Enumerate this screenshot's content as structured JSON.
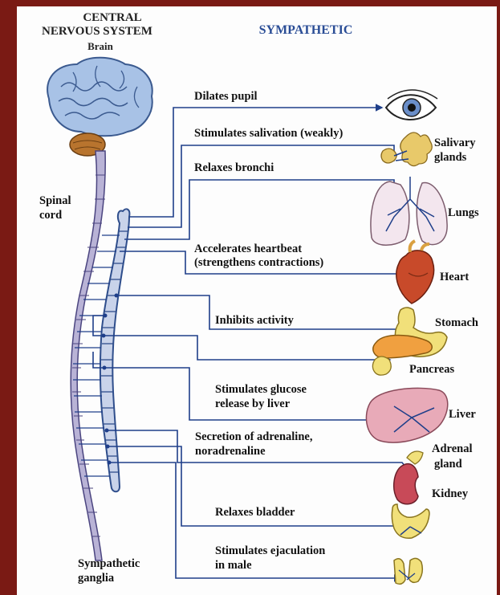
{
  "header": {
    "cns_line1": "CENTRAL",
    "cns_line2": "NERVOUS SYSTEM",
    "brain": "Brain",
    "title": "SYMPATHETIC"
  },
  "side_labels": {
    "spinal_line1": "Spinal",
    "spinal_line2": "cord",
    "ganglia_line1": "Sympathetic",
    "ganglia_line2": "ganglia"
  },
  "effects": {
    "dilates_pupil": "Dilates pupil",
    "salivation": "Stimulates salivation (weakly)",
    "bronchi": "Relaxes bronchi",
    "heart_line1": "Accelerates heartbeat",
    "heart_line2": "(strengthens contractions)",
    "inhibits": "Inhibits activity",
    "glucose_line1": "Stimulates glucose",
    "glucose_line2": "release by liver",
    "adrenal_line1": "Secretion of adrenaline,",
    "adrenal_line2": "noradrenaline",
    "bladder": "Relaxes bladder",
    "ejac_line1": "Stimulates ejaculation",
    "ejac_line2": "in male"
  },
  "organs": {
    "salivary_line1": "Salivary",
    "salivary_line2": "glands",
    "lungs": "Lungs",
    "heart": "Heart",
    "stomach": "Stomach",
    "pancreas": "Pancreas",
    "liver": "Liver",
    "adrenal_line1": "Adrenal",
    "adrenal_line2": "gland",
    "kidney": "Kidney"
  },
  "colors": {
    "frame": "#7a1a14",
    "nerve": "#1f3f8a",
    "spinal_cord": "#b9b3d6",
    "ganglia_chain": "#c9d3ea",
    "brain": "#a8c2e6",
    "cerebellum": "#b8742e"
  }
}
